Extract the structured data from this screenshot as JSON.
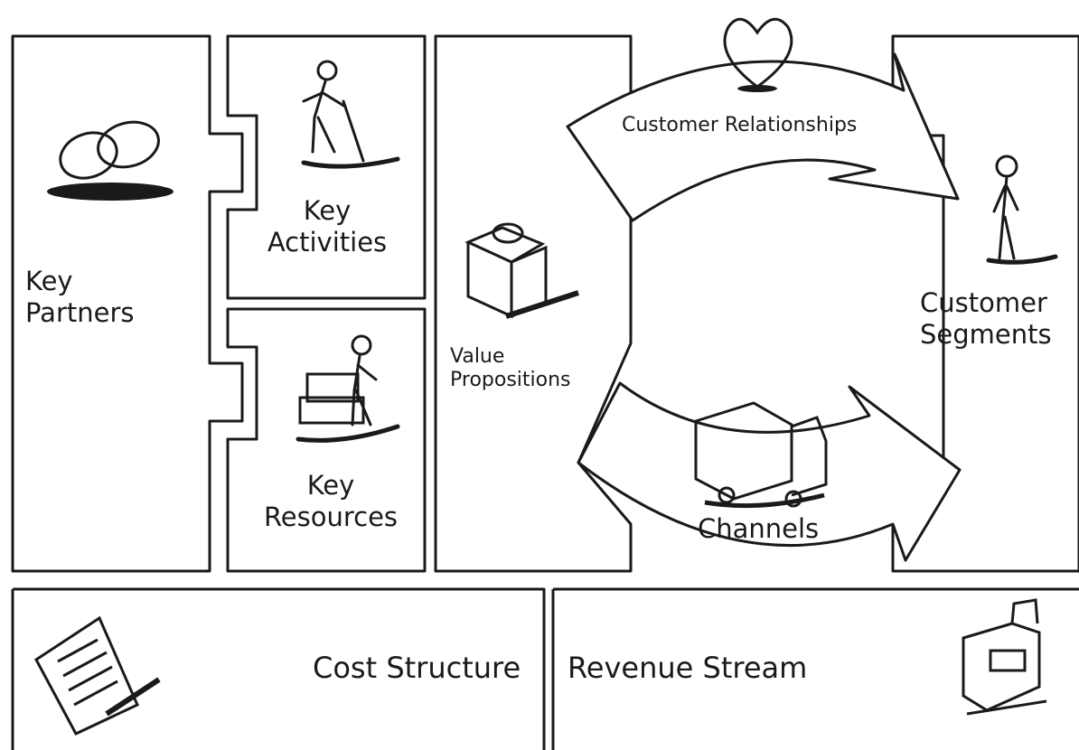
{
  "blocks": {
    "key_partners": {
      "line1": "Key",
      "line2": "Partners"
    },
    "key_activities": {
      "line1": "Key",
      "line2": "Activities"
    },
    "key_resources": {
      "line1": "Key",
      "line2": "Resources"
    },
    "value_propositions": {
      "line1": "Value",
      "line2": "Propositions"
    },
    "customer_relationships": {
      "label": "Customer Relationships"
    },
    "channels": {
      "label": "Channels"
    },
    "customer_segments": {
      "line1": "Customer",
      "line2": "Segments"
    },
    "cost_structure": {
      "label": "Cost Structure"
    },
    "revenue_stream": {
      "label": "Revenue Stream"
    }
  },
  "icons": {
    "key_partners": "linked-rings-icon",
    "key_activities": "digging-person-icon",
    "key_resources": "person-with-boxes-icon",
    "value_propositions": "gift-box-icon",
    "customer_relationships": "heart-icon",
    "channels": "delivery-truck-icon",
    "customer_segments": "standing-person-icon",
    "cost_structure": "receipt-icon",
    "revenue_stream": "cash-register-icon"
  },
  "colors": {
    "line": "#1a1a1a",
    "background": "#ffffff"
  }
}
